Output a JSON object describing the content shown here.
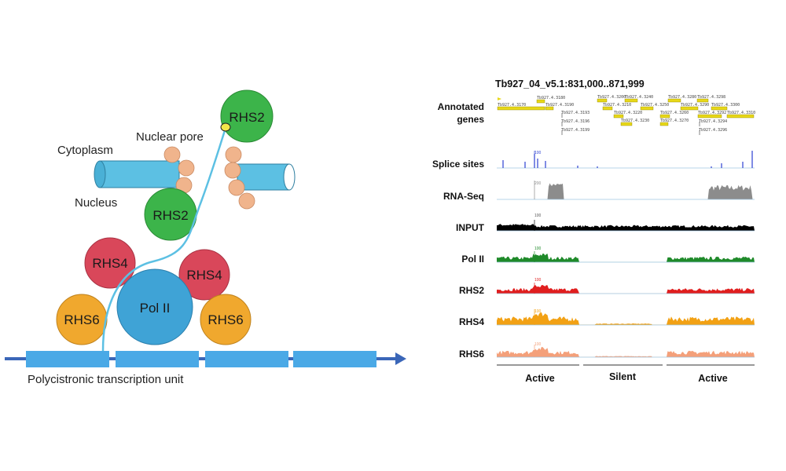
{
  "diagram": {
    "cytoplasm": "Cytoplasm",
    "nucleus": "Nucleus",
    "nuclear_pore": "Nuclear pore",
    "rhs2_top": "RHS2",
    "rhs2_mid": "RHS2",
    "rhs4_left": "RHS4",
    "rhs4_right": "RHS4",
    "pol2": "Pol II",
    "rhs6_left": "RHS6",
    "rhs6_right": "RHS6",
    "ptu": "Polycistronic transcription unit",
    "colors": {
      "green": "#3cb44a",
      "red": "#d9475a",
      "blue": "#3fa3d6",
      "orange": "#f0a82e",
      "bead": "#f0b48c",
      "pore": "#f2e64a",
      "gene_block": "#4aa9e6",
      "arrow": "#3a66b8"
    }
  },
  "browser": {
    "title": "Tb927_04_v5.1:831,000..871,999",
    "track_labels": {
      "genes_line1": "Annotated",
      "genes_line2": "genes",
      "splice": "Splice sites",
      "rnaseq": "RNA-Seq",
      "input": "INPUT",
      "pol2": "Pol II",
      "rhs2": "RHS2",
      "rhs4": "RHS4",
      "rhs6": "RHS6"
    },
    "scale_labels": {
      "splice": "100",
      "rnaseq": "200",
      "input": "100",
      "pol2": "100",
      "rhs2": "100",
      "rhs4": "100",
      "rhs6": "100"
    },
    "genes": [
      "Tb927.4.3180",
      "Tb927.4.3170",
      "Tb927.4.3190",
      "Tb927.4.3193",
      "Tb927.4.3196",
      "Tb927.4.3199",
      "Tb927.4.3200",
      "Tb927.4.3210",
      "Tb927.4.3220",
      "Tb927.4.3230",
      "Tb927.4.3240",
      "Tb927.4.3250",
      "Tb927.4.3260",
      "Tb927.4.3270",
      "Tb927.4.3280",
      "Tb927.4.3290",
      "Tb927.4.3292",
      "Tb927.4.3294",
      "Tb927.4.3296",
      "Tb927.4.3298",
      "Tb927.4.3300",
      "Tb927.4.3310"
    ],
    "regions": [
      "Active",
      "Silent",
      "Active"
    ],
    "colors": {
      "splice": "#2b3fd1",
      "rnaseq": "#8c8c8c",
      "input": "#000000",
      "pol2": "#1f8a2a",
      "rhs2": "#e01e1e",
      "rhs4": "#f2a114",
      "rhs6": "#f4a07a",
      "gene": "#e8d818"
    }
  }
}
